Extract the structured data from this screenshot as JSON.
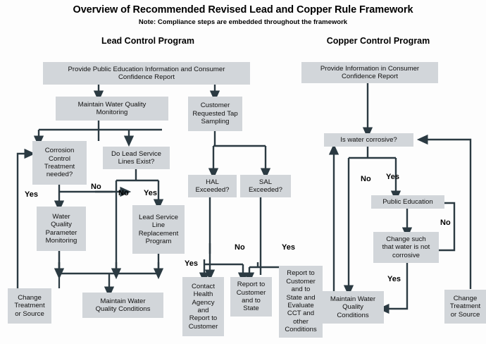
{
  "header": {
    "title": "Overview of Recommended Revised Lead and Copper Rule Framework",
    "note": "Note: Compliance steps are embedded throughout the framework"
  },
  "sections": {
    "lead_heading": "Lead Control Program",
    "copper_heading": "Copper Control Program"
  },
  "colors": {
    "node_fill": "#d2d6da",
    "edge": "#2b3a42",
    "background": "#fdfdfd",
    "text": "#111111"
  },
  "lead_nodes": {
    "provide_public_education": "Provide Public Education Information and Consumer\nConfidence Report",
    "maintain_wq_monitoring": "Maintain Water Quality\nMonitoring",
    "customer_tap_sampling": "Customer\nRequested Tap\nSampling",
    "cct_needed": "Corrosion\nControl\nTreatment\nneeded?",
    "lead_service_lines_exist": "Do Lead Service\nLines Exist?",
    "wq_parameter_monitoring": "Water\nQuality\nParameter\nMonitoring",
    "lsl_replacement": "Lead Service\nLine\nReplacement\nProgram",
    "hal_exceeded": "HAL\nExceeded?",
    "sal_exceeded": "SAL\nExceeded?",
    "change_treatment_source": "Change\nTreatment\nor Source",
    "maintain_wq_conditions": "Maintain Water\nQuality Conditions",
    "contact_health_agency": "Contact\nHealth\nAgency\nand\nReport to\nCustomer",
    "report_customer_state": "Report to\nCustomer\nand to\nState",
    "report_evaluate_cct": "Report to\nCustomer\nand to\nState and\nEvaluate\nCCT and\nother\nConditions"
  },
  "copper_nodes": {
    "provide_info_ccr": "Provide Information in Consumer\nConfidence Report",
    "is_water_corrosive": "Is water corrosive?",
    "public_education": "Public Education",
    "change_water_not_corrosive": "Change such\nthat water is not\ncorrosive",
    "maintain_wq_conditions": "Maintain Water\nQuality\nConditions",
    "change_treatment_source": "Change\nTreatment\nor Source"
  },
  "edge_labels": {
    "lead_cct_yes": "Yes",
    "lead_cct_no": "No",
    "lead_lsl_no": "No",
    "lead_lsl_yes": "Yes",
    "hal_yes": "Yes",
    "hal_sal_no": "No",
    "sal_yes": "Yes",
    "copper_corrosive_no": "No",
    "copper_corrosive_yes": "Yes",
    "copper_change_no": "No",
    "copper_change_yes": "Yes"
  }
}
